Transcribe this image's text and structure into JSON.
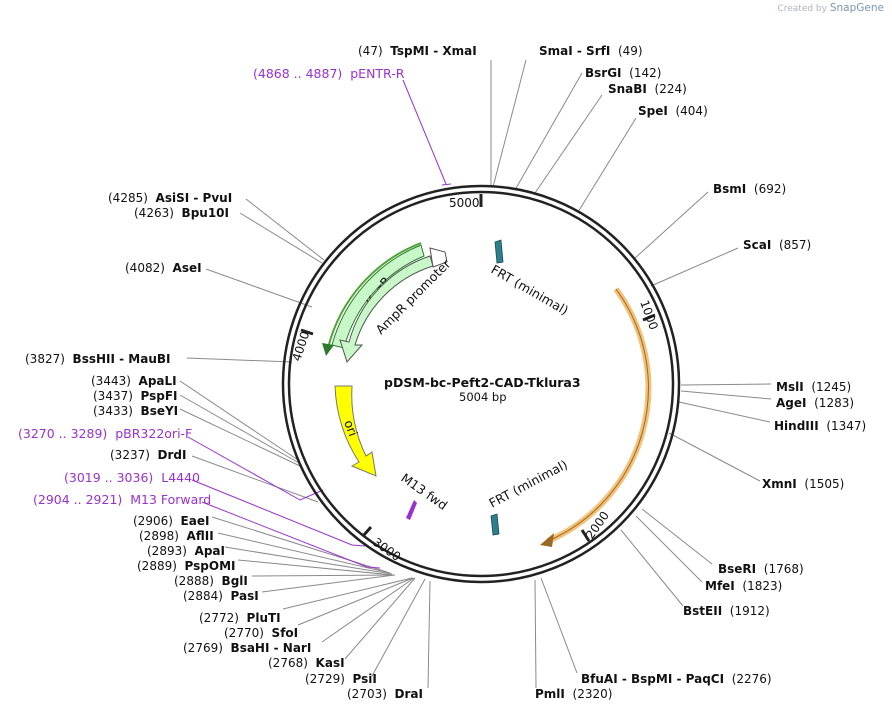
{
  "credit": {
    "prefix": "Created by",
    "brand": "SnapGene"
  },
  "plasmid": {
    "name": "pDSM-bc-Peft2-CAD-Tklura3",
    "size": "5004 bp"
  },
  "ticks": [
    "1000",
    "2000",
    "3000",
    "4000",
    "5000"
  ],
  "features": {
    "frt1": "FRT (minimal)",
    "frt2": "FRT (minimal)",
    "m13fwd": "M13 fwd",
    "ori": "ori",
    "kanr": "KanR",
    "ampr": "AmpR promoter"
  },
  "sites": [
    {
      "pos": "(47)",
      "name": "TspMI - XmaI"
    },
    {
      "pos": "(49)",
      "name": "SmaI - SrfI"
    },
    {
      "pos": "(142)",
      "name": "BsrGI"
    },
    {
      "pos": "(224)",
      "name": "SnaBI"
    },
    {
      "pos": "(404)",
      "name": "SpeI"
    },
    {
      "pos": "(692)",
      "name": "BsmI"
    },
    {
      "pos": "(857)",
      "name": "ScaI"
    },
    {
      "pos": "(1245)",
      "name": "MslI"
    },
    {
      "pos": "(1283)",
      "name": "AgeI"
    },
    {
      "pos": "(1347)",
      "name": "HindIII"
    },
    {
      "pos": "(1505)",
      "name": "XmnI"
    },
    {
      "pos": "(1768)",
      "name": "BseRI"
    },
    {
      "pos": "(1823)",
      "name": "MfeI"
    },
    {
      "pos": "(1912)",
      "name": "BstEII"
    },
    {
      "pos": "(2276)",
      "name": "BfuAI - BspMI - PaqCI"
    },
    {
      "pos": "(2320)",
      "name": "PmlI"
    },
    {
      "pos": "(2703)",
      "name": "DraI"
    },
    {
      "pos": "(2729)",
      "name": "PsiI"
    },
    {
      "pos": "(2768)",
      "name": "KasI"
    },
    {
      "pos": "(2769)",
      "name": "BsaHI - NarI"
    },
    {
      "pos": "(2770)",
      "name": "SfoI"
    },
    {
      "pos": "(2772)",
      "name": "PluTI"
    },
    {
      "pos": "(2884)",
      "name": "PasI"
    },
    {
      "pos": "(2888)",
      "name": "BglI"
    },
    {
      "pos": "(2889)",
      "name": "PspOMI"
    },
    {
      "pos": "(2893)",
      "name": "ApaI"
    },
    {
      "pos": "(2898)",
      "name": "AflII"
    },
    {
      "pos": "(2906)",
      "name": "EaeI"
    },
    {
      "pos": "(3237)",
      "name": "DrdI"
    },
    {
      "pos": "(3433)",
      "name": "BseYI"
    },
    {
      "pos": "(3437)",
      "name": "PspFI"
    },
    {
      "pos": "(3443)",
      "name": "ApaLI"
    },
    {
      "pos": "(3827)",
      "name": "BssHII - MauBI"
    },
    {
      "pos": "(4082)",
      "name": "AseI"
    },
    {
      "pos": "(4263)",
      "name": "Bpu10I"
    },
    {
      "pos": "(4285)",
      "name": "AsiSI - PvuI"
    }
  ],
  "primers": [
    {
      "range": "(4868 .. 4887)",
      "name": "pENTR-R"
    },
    {
      "range": "(3270 .. 3289)",
      "name": "pBR322ori-F"
    },
    {
      "range": "(3019 .. 3036)",
      "name": "L4440"
    },
    {
      "range": "(2904 .. 2921)",
      "name": "M13 Forward"
    }
  ],
  "colors": {
    "backbone": "#222222",
    "primer": "#9b30d0",
    "frt": "#2e7f8e",
    "ori": "#ffff00",
    "kanr": "#c8f7c8",
    "ampr": "#c8f7c8",
    "orange_feature": "#f3b057"
  }
}
